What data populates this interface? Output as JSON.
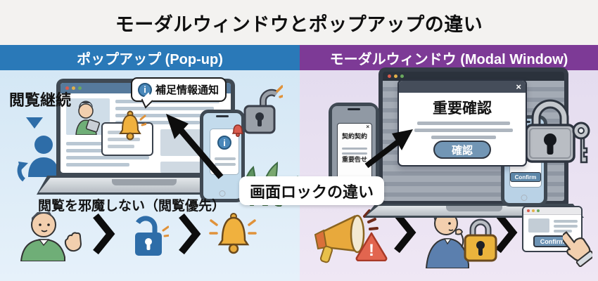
{
  "title": "モーダルウィンドウとポップアップの違い",
  "center_label": "画面ロックの違い",
  "left_panel": {
    "header": "ポップアップ (Pop-up)",
    "keep_browsing_label": "閲覧継続",
    "notification_bubble": "補足情報通知",
    "caption": "閲覧を邪魔しない（閲覧優先）"
  },
  "right_panel": {
    "header": "モーダルウィンドウ (Modal Window)",
    "modal": {
      "title": "重要確認",
      "confirm_button": "確認",
      "close": "×"
    },
    "phone_dialog": {
      "close": "×",
      "line1": "契約契約",
      "line2": "重要告せ"
    },
    "phone_confirm_button": "Confirm",
    "browser_confirm_button": "Confirm"
  },
  "glyphs": {
    "info": "i",
    "warning": "!"
  },
  "colors": {
    "left_header_bg": "#2a79b8",
    "right_header_bg": "#7d3a96",
    "left_panel_bg": "#d4e7f5",
    "right_panel_bg": "#e4dcef",
    "accent_blue": "#2e6da8",
    "gold": "#e8ab3c",
    "alert_red": "#d95b4d"
  }
}
